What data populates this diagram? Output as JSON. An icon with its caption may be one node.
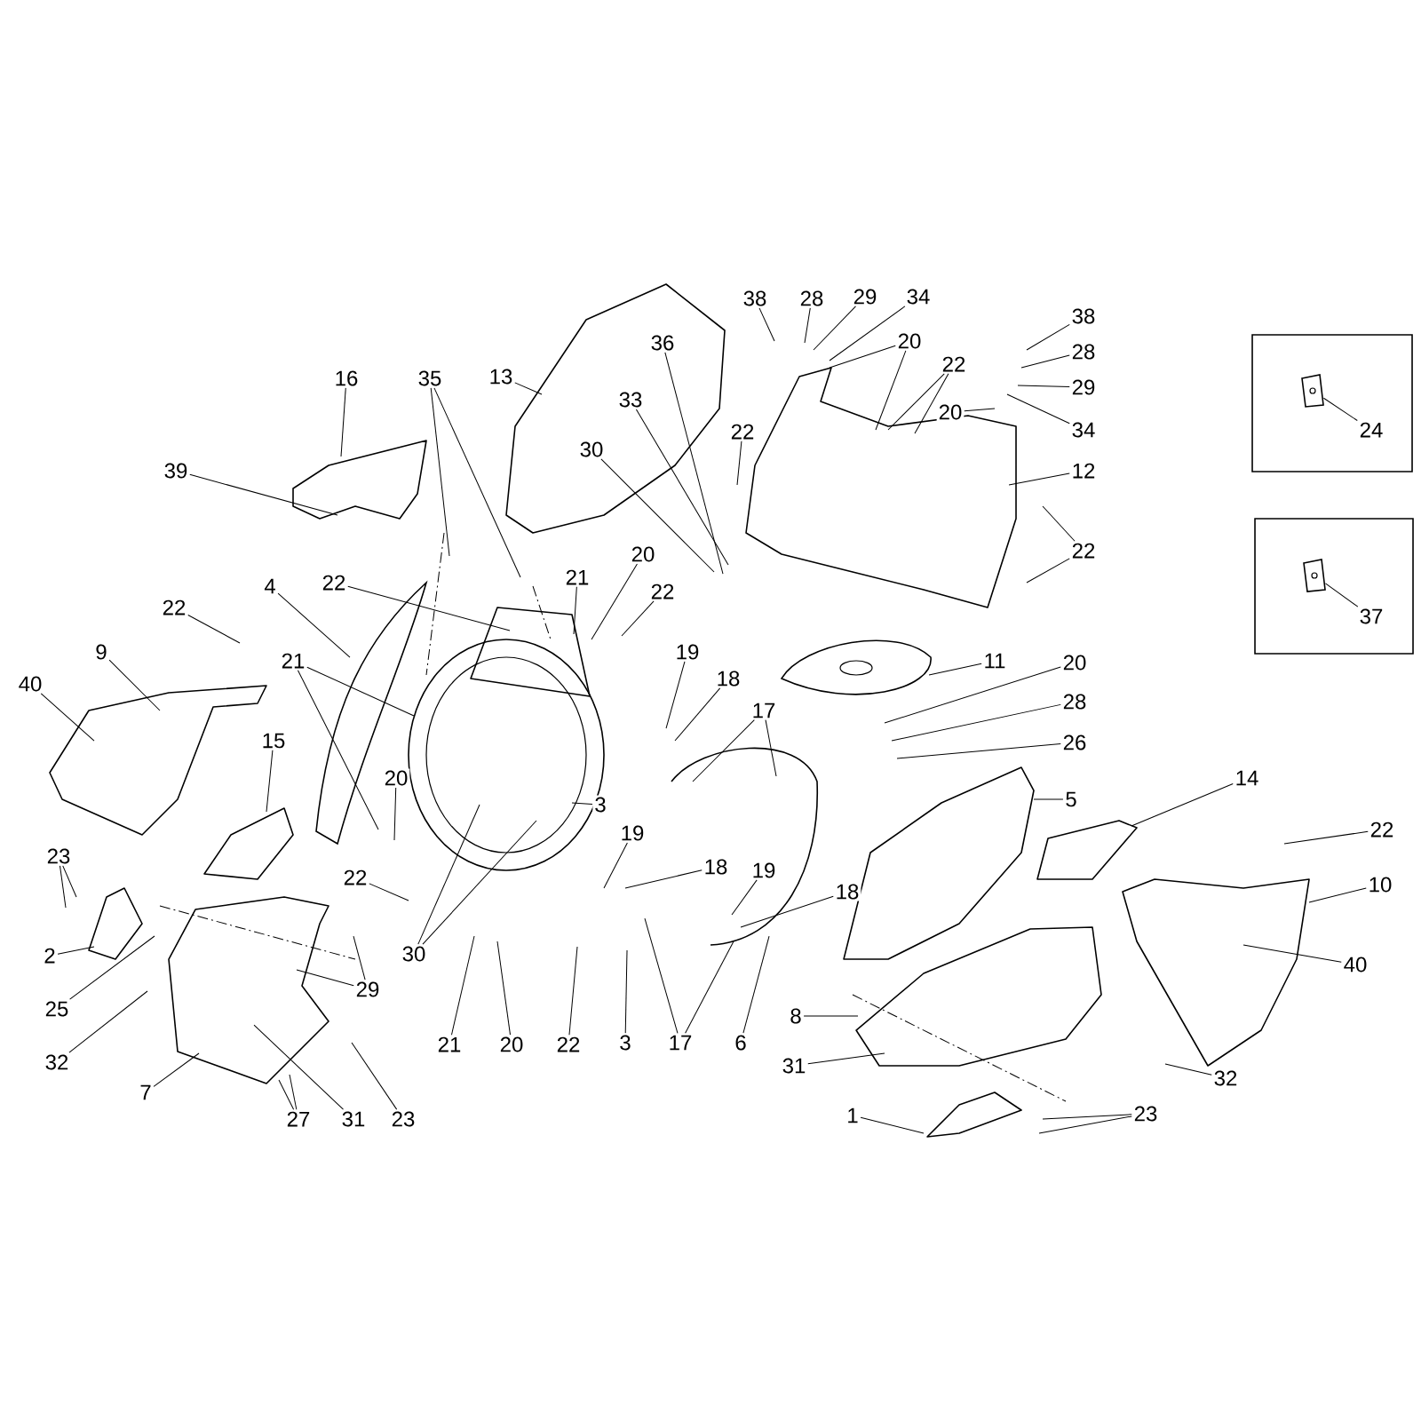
{
  "diagram": {
    "nodes": [
      {
        "text": [],
        "shape": "box"
      },
      {
        "text": [
          "24"
        ],
        "in": 0
      },
      {
        "text": [],
        "shape": "box"
      },
      {
        "text": [
          "37"
        ],
        "in": 2
      },
      {
        "text": [
          "38"
        ]
      },
      {
        "text": [
          "28"
        ]
      },
      {
        "text": [
          "29"
        ]
      },
      {
        "text": [
          "34"
        ]
      },
      {
        "text": [
          "38"
        ]
      },
      {
        "text": [
          "36"
        ]
      },
      {
        "text": [
          "20"
        ]
      },
      {
        "text": [
          "28"
        ]
      },
      {
        "text": [
          "22"
        ]
      },
      {
        "text": [
          "16"
        ]
      },
      {
        "text": [
          "35"
        ]
      },
      {
        "text": [
          "13"
        ]
      },
      {
        "text": [
          "29"
        ]
      },
      {
        "text": [
          "33"
        ]
      },
      {
        "text": [
          "20"
        ]
      },
      {
        "text": [
          "34"
        ]
      },
      {
        "text": [
          "22"
        ]
      },
      {
        "text": [
          "30"
        ]
      },
      {
        "text": [
          "12"
        ]
      },
      {
        "text": [
          "39"
        ]
      },
      {
        "text": [
          "22"
        ]
      },
      {
        "text": [
          "20"
        ]
      },
      {
        "text": [
          "21"
        ]
      },
      {
        "text": [
          "22"
        ]
      },
      {
        "text": [
          "4"
        ]
      },
      {
        "text": [
          "22"
        ]
      },
      {
        "text": [
          "22"
        ]
      },
      {
        "text": [
          "19"
        ]
      },
      {
        "text": [
          "9"
        ]
      },
      {
        "text": [
          "21"
        ]
      },
      {
        "text": [
          "11"
        ]
      },
      {
        "text": [
          "20"
        ]
      },
      {
        "text": [
          "18"
        ]
      },
      {
        "text": [
          "40"
        ]
      },
      {
        "text": [
          "28"
        ]
      },
      {
        "text": [
          "17"
        ]
      },
      {
        "text": [
          "15"
        ]
      },
      {
        "text": [
          "26"
        ]
      },
      {
        "text": [
          "20"
        ]
      },
      {
        "text": [
          "14"
        ]
      },
      {
        "text": [
          "5"
        ]
      },
      {
        "text": [
          "3"
        ]
      },
      {
        "text": [
          "19"
        ]
      },
      {
        "text": [
          "22"
        ]
      },
      {
        "text": [
          "23"
        ]
      },
      {
        "text": [
          "18"
        ]
      },
      {
        "text": [
          "19"
        ]
      },
      {
        "text": [
          "22"
        ]
      },
      {
        "text": [
          "10"
        ]
      },
      {
        "text": [
          "18"
        ]
      },
      {
        "text": [
          "30"
        ]
      },
      {
        "text": [
          "2"
        ]
      },
      {
        "text": [
          "40"
        ]
      },
      {
        "text": [
          "29"
        ]
      },
      {
        "text": [
          "25"
        ]
      },
      {
        "text": [
          "8"
        ]
      },
      {
        "text": [
          "21"
        ]
      },
      {
        "text": [
          "20"
        ]
      },
      {
        "text": [
          "22"
        ]
      },
      {
        "text": [
          "3"
        ]
      },
      {
        "text": [
          "17"
        ]
      },
      {
        "text": [
          "6"
        ]
      },
      {
        "text": [
          "32"
        ]
      },
      {
        "text": [
          "31"
        ]
      },
      {
        "text": [
          "32"
        ]
      },
      {
        "text": [
          "7"
        ]
      },
      {
        "text": [
          "1"
        ]
      },
      {
        "text": [
          "23"
        ]
      },
      {
        "text": [
          "27"
        ]
      },
      {
        "text": [
          "31"
        ]
      },
      {
        "text": [
          "23"
        ]
      },
      {
        "text": [],
        "shape": "picture",
        "in": 0
      },
      {
        "text": [],
        "shape": "picture",
        "in": 2
      }
    ],
    "edges": [
      {
        "from": 1,
        "to": 75,
        "arrow": "none"
      },
      {
        "from": 3,
        "to": 76,
        "arrow": "none"
      },
      {
        "from": 4,
        "to": null,
        "arrow": "none"
      },
      {
        "from": 5,
        "to": null,
        "arrow": "none"
      },
      {
        "from": 6,
        "to": null,
        "arrow": "none"
      },
      {
        "from": 7,
        "to": null,
        "arrow": "none"
      },
      {
        "from": 8,
        "to": null,
        "arrow": "none"
      },
      {
        "from": 9,
        "to": null,
        "arrow": "none"
      },
      {
        "from": 10,
        "to": null,
        "arrow": "none"
      },
      {
        "from": 10,
        "to": null,
        "arrow": "none"
      },
      {
        "from": 11,
        "to": null,
        "arrow": "none"
      },
      {
        "from": 12,
        "to": null,
        "arrow": "none"
      },
      {
        "from": 12,
        "to": null,
        "arrow": "none"
      },
      {
        "from": 13,
        "to": null,
        "arrow": "none"
      },
      {
        "from": 14,
        "to": null,
        "arrow": "none"
      },
      {
        "from": 14,
        "to": null,
        "arrow": "none"
      },
      {
        "from": 15,
        "to": null,
        "arrow": "none"
      },
      {
        "from": 16,
        "to": null,
        "arrow": "none"
      },
      {
        "from": 17,
        "to": null,
        "arrow": "none"
      },
      {
        "from": 18,
        "to": null,
        "arrow": "none"
      },
      {
        "from": 19,
        "to": null,
        "arrow": "none"
      },
      {
        "from": 20,
        "to": null,
        "arrow": "none"
      },
      {
        "from": 21,
        "to": null,
        "arrow": "none"
      },
      {
        "from": 22,
        "to": null,
        "arrow": "none"
      },
      {
        "from": 23,
        "to": null,
        "arrow": "none"
      },
      {
        "from": 24,
        "to": null,
        "arrow": "none"
      },
      {
        "from": 24,
        "to": null,
        "arrow": "none"
      },
      {
        "from": 25,
        "to": null,
        "arrow": "none"
      },
      {
        "from": 26,
        "to": null,
        "arrow": "none"
      },
      {
        "from": 27,
        "to": null,
        "arrow": "none"
      },
      {
        "from": 28,
        "to": null,
        "arrow": "none"
      },
      {
        "from": 29,
        "to": null,
        "arrow": "none"
      },
      {
        "from": 30,
        "to": null,
        "arrow": "none"
      },
      {
        "from": 31,
        "to": null,
        "arrow": "none"
      },
      {
        "from": 32,
        "to": null,
        "arrow": "none"
      },
      {
        "from": 33,
        "to": null,
        "arrow": "none"
      },
      {
        "from": 33,
        "to": null,
        "arrow": "none"
      },
      {
        "from": 34,
        "to": null,
        "arrow": "none"
      },
      {
        "from": 35,
        "to": null,
        "arrow": "none"
      },
      {
        "from": 36,
        "to": null,
        "arrow": "none"
      },
      {
        "from": 37,
        "to": null,
        "arrow": "none"
      },
      {
        "from": 38,
        "to": null,
        "arrow": "none"
      },
      {
        "from": 39,
        "to": null,
        "arrow": "none"
      },
      {
        "from": 39,
        "to": null,
        "arrow": "none"
      },
      {
        "from": 40,
        "to": null,
        "arrow": "none"
      },
      {
        "from": 41,
        "to": null,
        "arrow": "none"
      },
      {
        "from": 42,
        "to": null,
        "arrow": "none"
      },
      {
        "from": 43,
        "to": null,
        "arrow": "none"
      },
      {
        "from": 44,
        "to": null,
        "arrow": "none"
      },
      {
        "from": 45,
        "to": null,
        "arrow": "none"
      },
      {
        "from": 46,
        "to": null,
        "arrow": "none"
      },
      {
        "from": 47,
        "to": null,
        "arrow": "none"
      },
      {
        "from": 48,
        "to": null,
        "arrow": "none"
      },
      {
        "from": 48,
        "to": null,
        "arrow": "none"
      },
      {
        "from": 49,
        "to": null,
        "arrow": "none"
      },
      {
        "from": 50,
        "to": null,
        "arrow": "none"
      },
      {
        "from": 51,
        "to": null,
        "arrow": "none"
      },
      {
        "from": 52,
        "to": null,
        "arrow": "none"
      },
      {
        "from": 53,
        "to": null,
        "arrow": "none"
      },
      {
        "from": 54,
        "to": null,
        "arrow": "none"
      },
      {
        "from": 54,
        "to": null,
        "arrow": "none"
      },
      {
        "from": 55,
        "to": null,
        "arrow": "none"
      },
      {
        "from": 56,
        "to": null,
        "arrow": "none"
      },
      {
        "from": 57,
        "to": null,
        "arrow": "none"
      },
      {
        "from": 57,
        "to": null,
        "arrow": "none"
      },
      {
        "from": 58,
        "to": null,
        "arrow": "none"
      },
      {
        "from": 59,
        "to": null,
        "arrow": "none"
      },
      {
        "from": 60,
        "to": null,
        "arrow": "none"
      },
      {
        "from": 61,
        "to": null,
        "arrow": "none"
      },
      {
        "from": 62,
        "to": null,
        "arrow": "none"
      },
      {
        "from": 63,
        "to": null,
        "arrow": "none"
      },
      {
        "from": 64,
        "to": null,
        "arrow": "none"
      },
      {
        "from": 64,
        "to": null,
        "arrow": "none"
      },
      {
        "from": 65,
        "to": null,
        "arrow": "none"
      },
      {
        "from": 66,
        "to": null,
        "arrow": "none"
      },
      {
        "from": 67,
        "to": null,
        "arrow": "none"
      },
      {
        "from": 68,
        "to": null,
        "arrow": "none"
      },
      {
        "from": 69,
        "to": null,
        "arrow": "none"
      },
      {
        "from": 70,
        "to": null,
        "arrow": "none"
      },
      {
        "from": 71,
        "to": null,
        "arrow": "none"
      },
      {
        "from": 71,
        "to": null,
        "arrow": "none"
      },
      {
        "from": 72,
        "to": null,
        "arrow": "none"
      },
      {
        "from": 72,
        "to": null,
        "arrow": "none"
      },
      {
        "from": 73,
        "to": null,
        "arrow": "none"
      },
      {
        "from": 74,
        "to": null,
        "arrow": "none"
      }
    ]
  }
}
